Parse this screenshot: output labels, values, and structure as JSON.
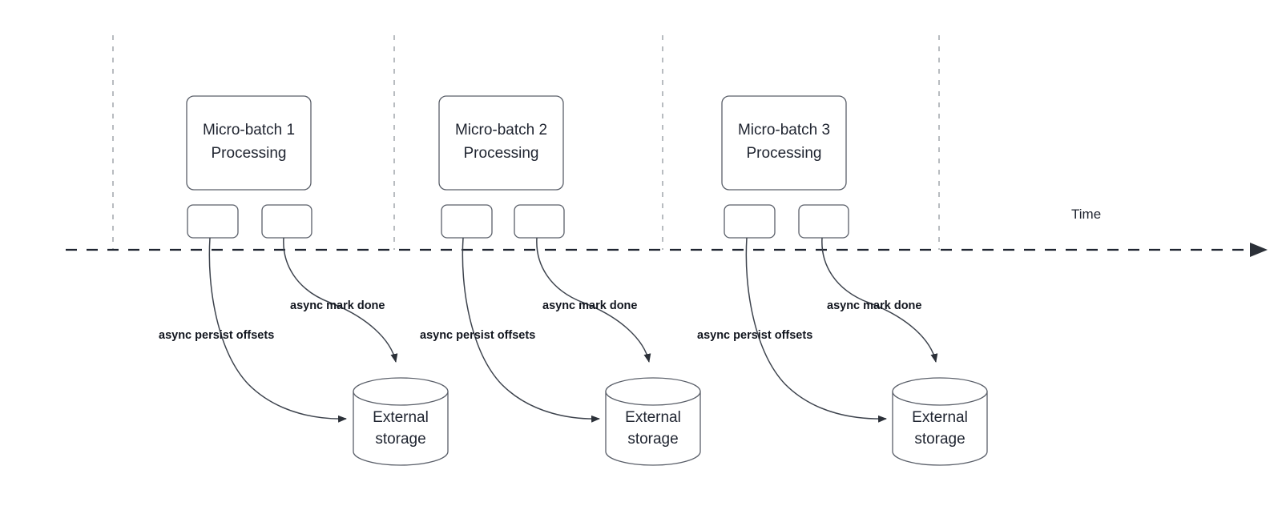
{
  "diagram": {
    "title_text": "",
    "timeline": {
      "axis_label": "Time",
      "style": "dashed-arrow"
    },
    "colors": {
      "stroke": "#5a5f69",
      "text": "#1f2430",
      "dashed_divider": "#9aa0a6",
      "timeline": "#1f2430",
      "background": "#ffffff",
      "flow_arrow": "#3d434d"
    },
    "groups": [
      {
        "id": "group-1",
        "batch_label_line1": "Micro-batch 1",
        "batch_label_line2": "Processing",
        "task_a_label": "",
        "task_b_label": "",
        "storage_label_line1": "External",
        "storage_label_line2": "storage",
        "edge_persist_label": "async persist offsets",
        "edge_markdone_label": "async mark done"
      },
      {
        "id": "group-2",
        "batch_label_line1": "Micro-batch 2",
        "batch_label_line2": "Processing",
        "task_a_label": "",
        "task_b_label": "",
        "storage_label_line1": "External",
        "storage_label_line2": "storage",
        "edge_persist_label": "async persist offsets",
        "edge_markdone_label": "async mark done"
      },
      {
        "id": "group-3",
        "batch_label_line1": "Micro-batch 3",
        "batch_label_line2": "Processing",
        "task_a_label": "",
        "task_b_label": "",
        "storage_label_line1": "External",
        "storage_label_line2": "storage",
        "edge_persist_label": "async persist offsets",
        "edge_markdone_label": "async mark done"
      }
    ]
  }
}
